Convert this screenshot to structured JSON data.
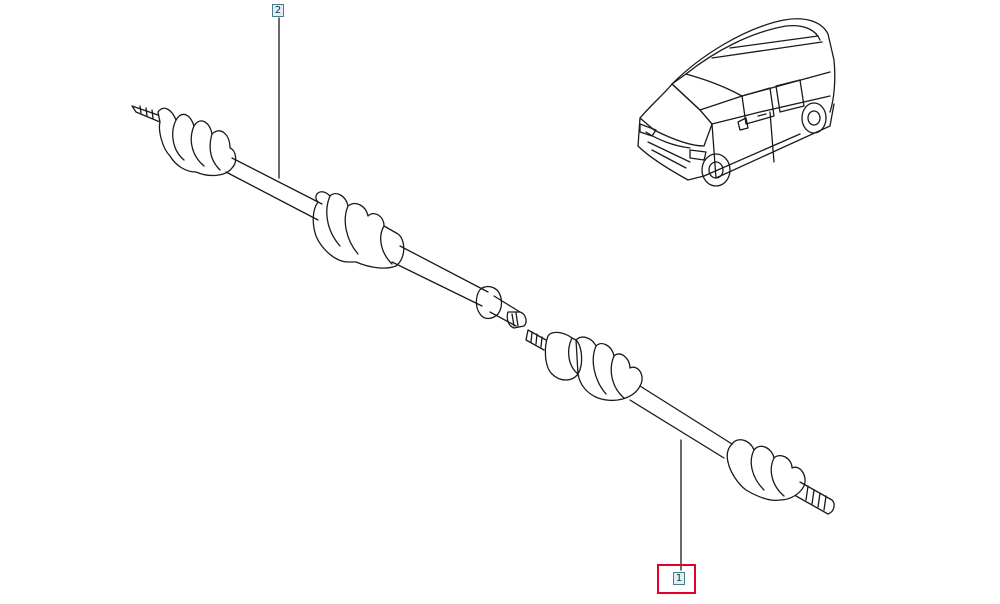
{
  "diagram": {
    "callouts": [
      {
        "id": "2",
        "label": "2"
      },
      {
        "id": "1",
        "label": "1"
      }
    ],
    "highlighted_callout": "1",
    "colors": {
      "line": "#1a1a1a",
      "callout_fill": "#dfeff3",
      "callout_border": "#4a7c8a",
      "highlight": "#e4002b"
    },
    "illustration": {
      "subject": "drive-shaft-assembly",
      "thumbnail": "compact-van-icon"
    }
  }
}
